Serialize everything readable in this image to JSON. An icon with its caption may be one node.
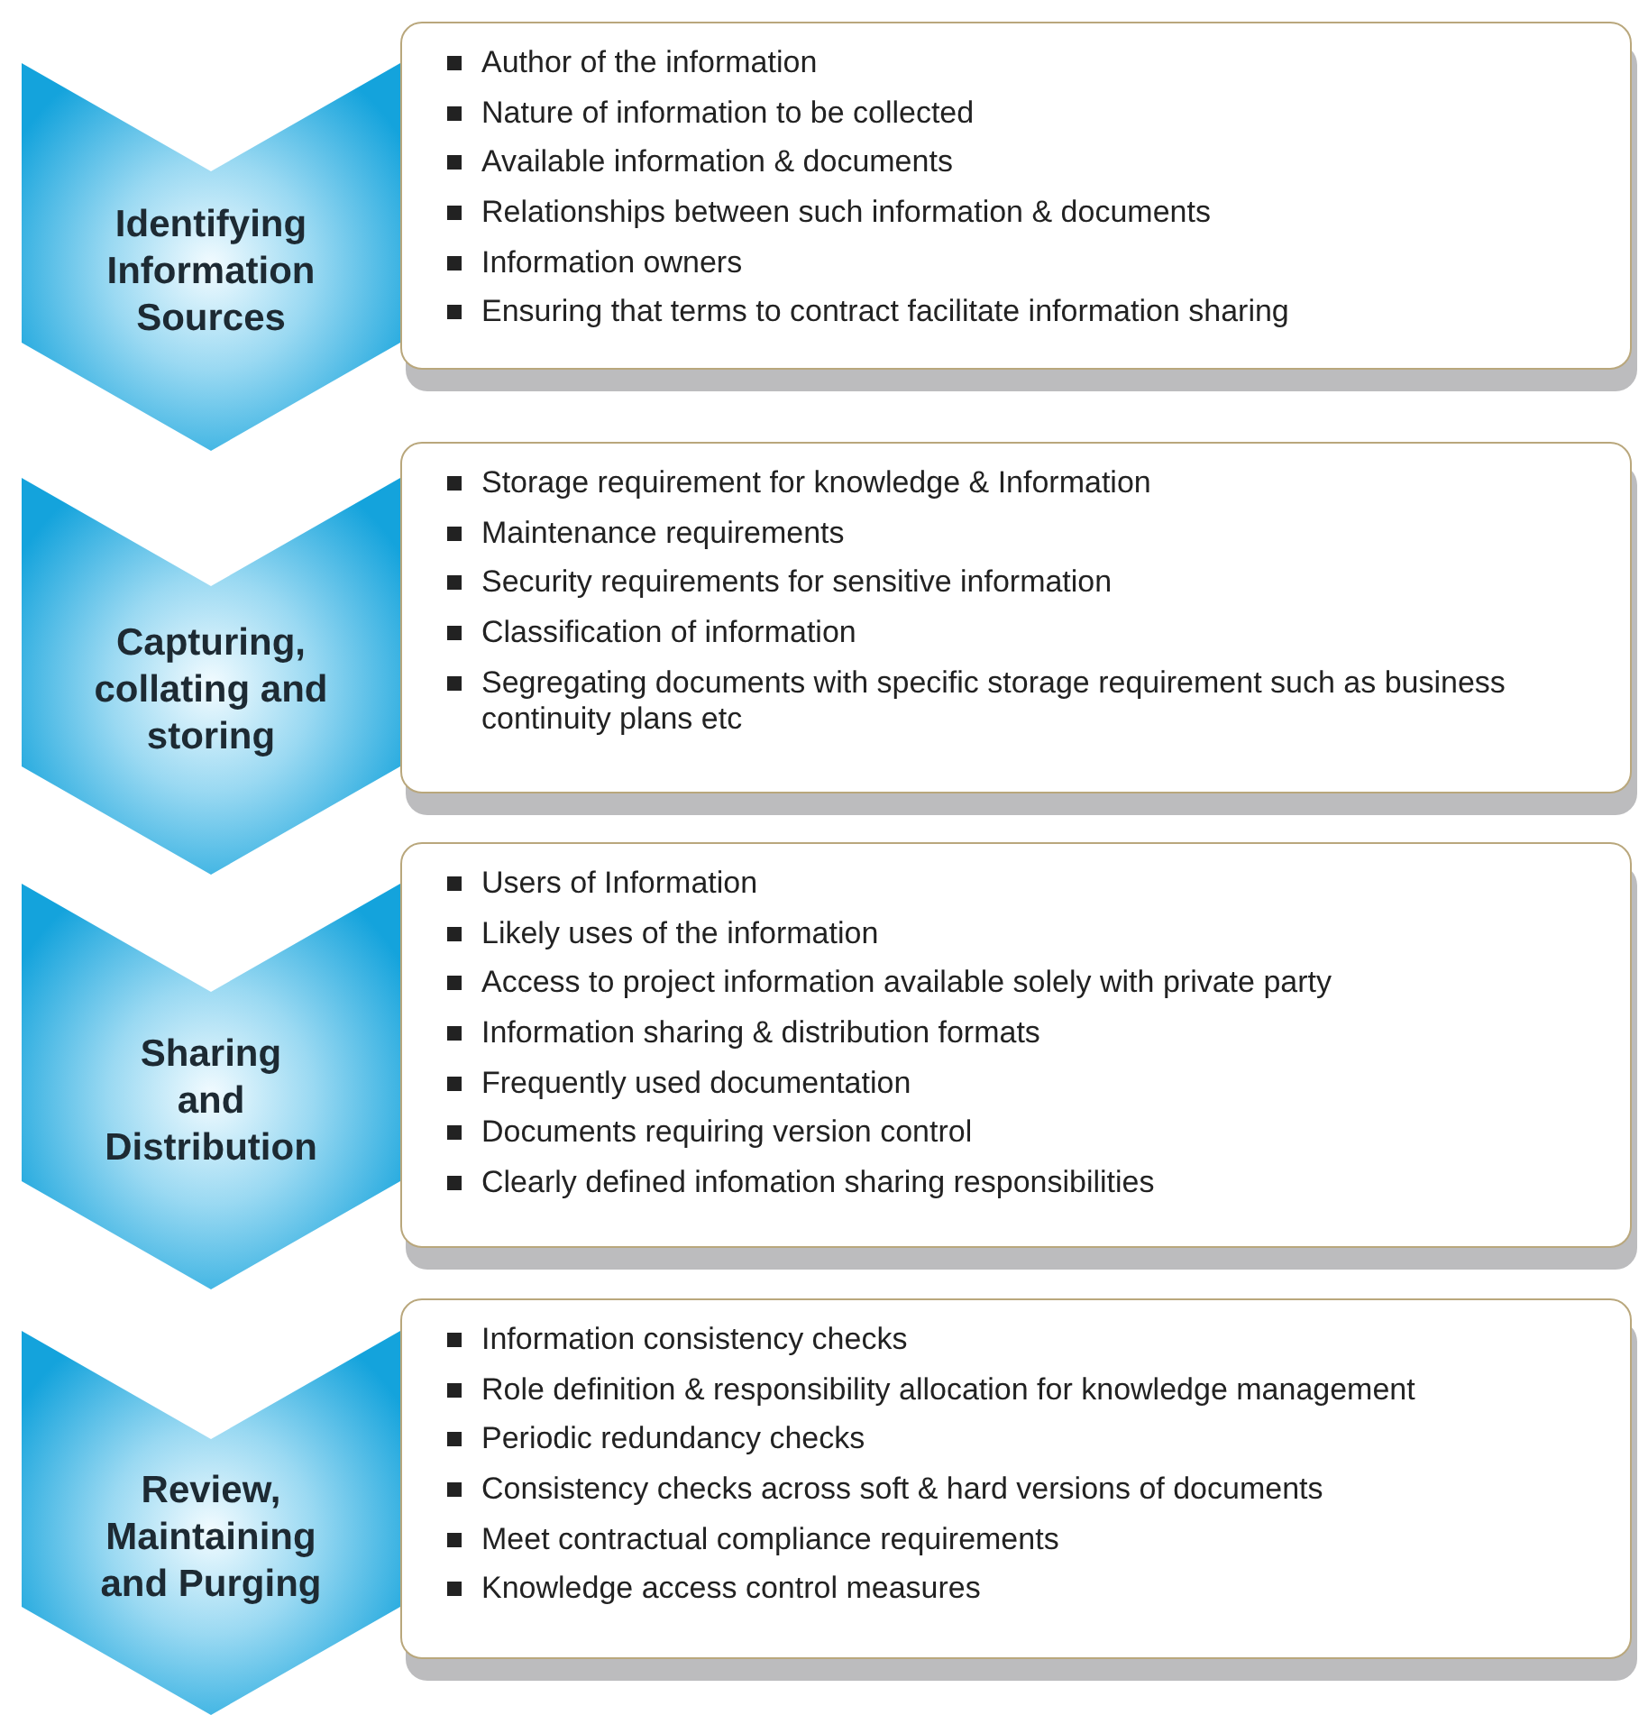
{
  "diagram": {
    "nodes": [
      {
        "text": [
          "Identifying Information Sources"
        ]
      },
      {
        "text": [
          "Author of the information",
          "Nature of information to be collected",
          "Available information & documents",
          "Relationships between such information & documents",
          "Information owners",
          "Ensuring that terms to contract facilitate information sharing"
        ]
      },
      {
        "text": [
          "Capturing, collating and storing"
        ]
      },
      {
        "text": [
          "Storage requirement for knowledge & Information",
          "Maintenance requirements",
          "Security requirements for sensitive information",
          "Classification of information",
          "Segregating documents with specific storage requirement such as business continuity plans etc"
        ]
      },
      {
        "text": [
          "Sharing and Distribution"
        ]
      },
      {
        "text": [
          "Users of Information",
          "Likely uses of the information",
          "Access to project information available solely with private party",
          "Information sharing & distribution formats",
          "Frequently used documentation",
          "Documents requiring version control",
          "Clearly defined infomation sharing responsibilities"
        ]
      },
      {
        "text": [
          "Review, Maintaining and Purging"
        ]
      },
      {
        "text": [
          "Information consistency checks",
          "Role definition & responsibility allocation for knowledge management",
          "Periodic redundancy checks",
          "Consistency checks across soft & hard versions of documents",
          "Meet contractual compliance requirements",
          "Knowledge access control measures"
        ]
      }
    ]
  }
}
